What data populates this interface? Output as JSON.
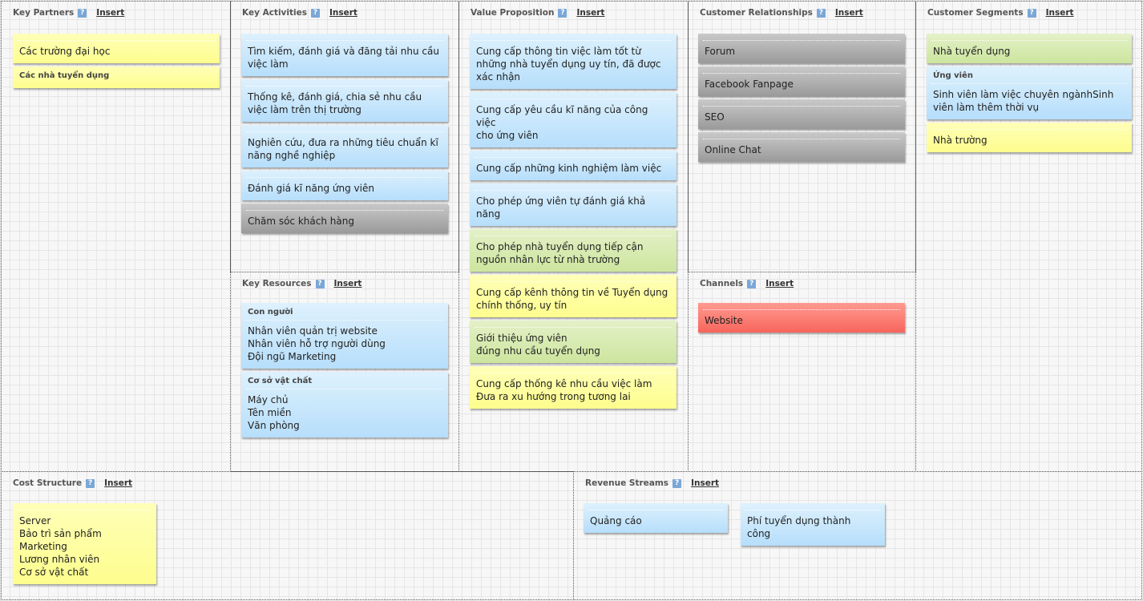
{
  "insert_label": "Insert",
  "help_label": "?",
  "sections": {
    "key_partners": {
      "title": "Key Partners",
      "notes": [
        {
          "header": "",
          "lines": [
            "Các trường đại học"
          ]
        },
        {
          "header": "Các nhà tuyển dụng",
          "lines": []
        }
      ]
    },
    "key_activities": {
      "title": "Key Activities",
      "notes": [
        {
          "lines": [
            "Tìm kiếm, đánh giá và đăng tải nhu cầu",
            "việc làm"
          ]
        },
        {
          "lines": [
            "Thống kê, đánh giá, chia sẻ nhu cầu",
            "việc làm trên thị trường"
          ]
        },
        {
          "lines": [
            "Nghiên cứu, đưa ra những tiêu chuẩn kĩ",
            "năng nghề nghiệp"
          ]
        },
        {
          "lines": [
            "Đánh giá kĩ năng ứng viên"
          ]
        },
        {
          "lines": [
            "Chăm sóc khách hàng"
          ]
        }
      ]
    },
    "key_resources": {
      "title": "Key Resources",
      "notes": [
        {
          "header": "Con người",
          "lines": [
            "Nhân viên quản trị website",
            "Nhân viên hỗ trợ người dùng",
            "Đội ngũ Marketing"
          ]
        },
        {
          "header": "Cơ sở vật chất",
          "lines": [
            "Máy chủ",
            "Tên miền",
            "Văn phòng"
          ]
        }
      ]
    },
    "value_proposition": {
      "title": "Value Proposition",
      "notes": [
        {
          "lines": [
            "Cung cấp thông tin việc làm tốt từ",
            "những nhà tuyển dụng uy tín, đã được",
            "xác nhận"
          ]
        },
        {
          "lines": [
            "Cung cấp yêu cầu kĩ năng của công việc",
            "cho ứng viên"
          ]
        },
        {
          "lines": [
            "Cung cấp những kinh nghiệm làm việc"
          ]
        },
        {
          "lines": [
            "Cho phép ứng viên tự đánh giá khả",
            "năng"
          ]
        },
        {
          "lines": [
            "Cho phép nhà tuyển dụng tiếp cận",
            "nguồn nhân lực từ nhà trường"
          ]
        },
        {
          "lines": [
            "Cung cấp kênh thông tin về Tuyển dụng",
            "chính thống, uy tín"
          ]
        },
        {
          "lines": [
            "Giới thiệu ứng viên",
            "đúng nhu cầu tuyển dụng"
          ]
        },
        {
          "lines": [
            "Cung cấp thống kê nhu cầu việc làm",
            "Đưa ra xu hướng trong tương lai"
          ]
        }
      ]
    },
    "customer_relationships": {
      "title": "Customer Relationships",
      "notes": [
        {
          "lines": [
            "Forum"
          ]
        },
        {
          "lines": [
            "Facebook Fanpage"
          ]
        },
        {
          "lines": [
            "SEO"
          ]
        },
        {
          "lines": [
            "Online Chat"
          ]
        }
      ]
    },
    "channels": {
      "title": "Channels",
      "notes": [
        {
          "lines": [
            "Website"
          ]
        }
      ]
    },
    "customer_segments": {
      "title": "Customer Segments",
      "notes": [
        {
          "header": "",
          "lines": [
            "Nhà tuyển dụng"
          ]
        },
        {
          "header": "Ứng viên",
          "lines": [
            "Sinh viên làm việc chuyên ngànhSinh",
            "viên làm thêm thời vụ"
          ]
        },
        {
          "header": "",
          "lines": [
            "Nhà trường"
          ]
        }
      ]
    },
    "cost_structure": {
      "title": "Cost Structure",
      "notes": [
        {
          "lines": [
            "Server",
            "Bảo trì sản phẩm",
            "Marketing",
            "Lương nhân viên",
            "Cơ sở vật chất"
          ]
        }
      ]
    },
    "revenue_streams": {
      "title": "Revenue Streams",
      "notes": [
        {
          "lines": [
            "Quảng cáo"
          ]
        },
        {
          "lines": [
            "Phí tuyển dụng thành",
            "công"
          ]
        }
      ]
    }
  },
  "note_colors": {
    "yellow": "#ffffa0",
    "blue": "#c8e6fc",
    "green": "#d8ebb4",
    "gray": "#b0b0b0",
    "red": "#fb7c72"
  }
}
